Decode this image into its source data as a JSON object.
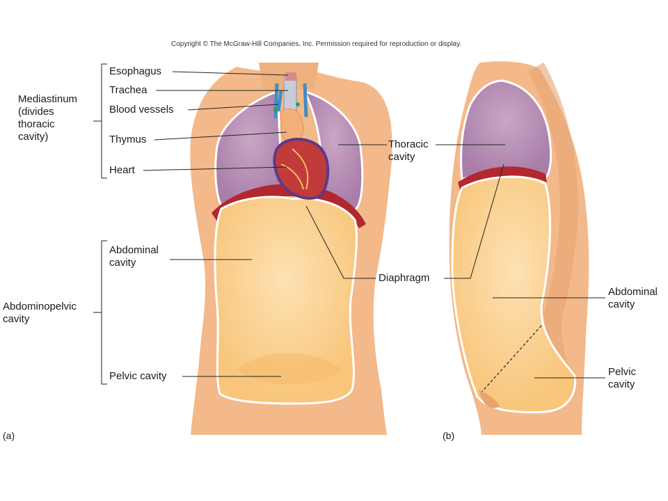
{
  "copyright": "Copyright © The McGraw-Hill Companies, Inc. Permission required for reproduction or display.",
  "panels": {
    "a": "(a)",
    "b": "(b)"
  },
  "labels": {
    "esophagus": "Esophagus",
    "trachea": "Trachea",
    "blood_vessels": "Blood vessels",
    "thymus": "Thymus",
    "heart": "Heart",
    "mediastinum": "Mediastinum\n(divides\nthoracic\ncavity)",
    "thoracic_cavity": "Thoracic\ncavity",
    "abdominal_cavity_a": "Abdominal\ncavity",
    "pelvic_cavity_a": "Pelvic cavity",
    "abdominopelvic_cavity": "Abdominopelvic\ncavity",
    "diaphragm": "Diaphragm",
    "abdominal_cavity_b": "Abdominal\ncavity",
    "pelvic_cavity_b": "Pelvic\ncavity"
  },
  "colors": {
    "skin": "#f3b98a",
    "skin_dark": "#e8a371",
    "lung": "#b790b6",
    "abdomen": "#fbd08e",
    "diaphragm": "#b3272e",
    "heart": "#c13b3b",
    "outline": "#ffffff"
  }
}
